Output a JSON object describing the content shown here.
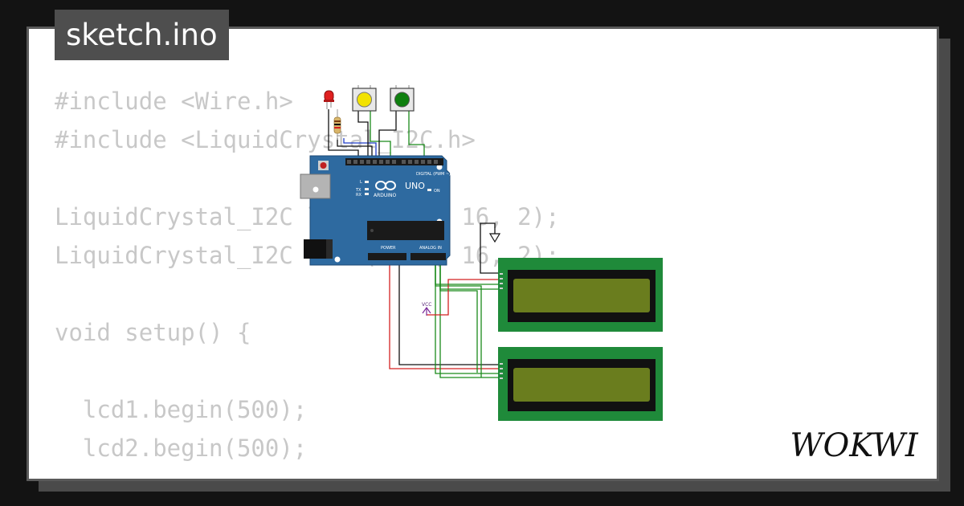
{
  "tab": {
    "filename": "sketch.ino"
  },
  "code_lines": [
    "#include <Wire.h>",
    "#include <LiquidCrystal_I2C.h>",
    "",
    "LiquidCrystal_I2C lcd1(0x27, 16, 2);",
    "LiquidCrystal_I2C lcd2(0x28, 16, 2);",
    "",
    "void setup() {",
    "",
    "  lcd1.begin(500);",
    "  lcd2.begin(500);"
  ],
  "board": {
    "name": "UNO",
    "brand": "ARDUINO",
    "header_digital": "DIGITAL (PWM ~)",
    "header_power": "POWER",
    "header_analog": "ANALOG IN",
    "label_tx": "TX",
    "label_rx": "RX",
    "label_on": "ON",
    "label_l": "L"
  },
  "vcc_label": "VCC",
  "logo_text": "WOKWI",
  "colors": {
    "board": "#2e6aa0",
    "lcd_pcb": "#1f8a3a",
    "lcd_screen": "#6a7d1e",
    "wire_black": "#111111",
    "wire_red": "#d42020",
    "wire_green": "#1a8a1a",
    "wire_blue": "#1f3cc8",
    "button_yellow": "#f2e200",
    "button_green": "#0e7f0e",
    "led_red": "#e02020",
    "code_text": "#c8c8c8"
  }
}
